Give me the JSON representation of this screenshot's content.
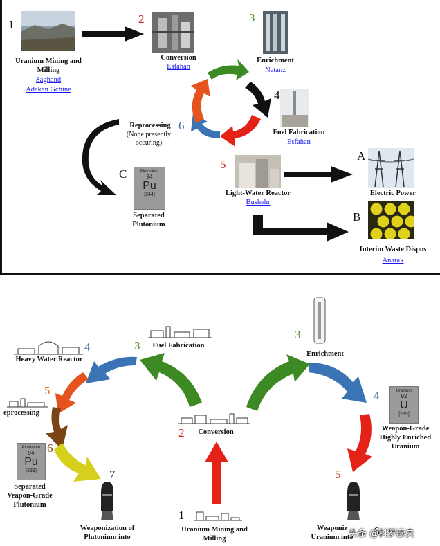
{
  "top": {
    "step1": {
      "num": "1",
      "label_lines": [
        "Uranium Mining and",
        "Milling"
      ],
      "links": [
        "Saghand",
        "Adakan Gchine"
      ]
    },
    "step2": {
      "num": "2",
      "label": "Conversion",
      "link": "Esfahan"
    },
    "step3": {
      "num": "3",
      "label": "Enrichment",
      "link": "Natanz"
    },
    "step4": {
      "num": "4",
      "label": "Fuel Fabrication",
      "link": "Esfahan"
    },
    "step5": {
      "num": "5",
      "label": "Light-Water Reactor",
      "link": "Bushehr"
    },
    "step6": {
      "num": "6",
      "label_lines": [
        "Reprocessing",
        "(None presently",
        "occuring)"
      ]
    },
    "A": {
      "letter": "A",
      "label": "Electric Power"
    },
    "B": {
      "letter": "B",
      "label": "Interim Waste Dispos",
      "link": "Anarak"
    },
    "C": {
      "letter": "C",
      "label_lines": [
        "Separated",
        "Plutonium"
      ],
      "element": {
        "name": "Plutonium",
        "number": "94",
        "symbol": "Pu",
        "mass": "[244]"
      }
    }
  },
  "bottom": {
    "step1": {
      "num": "1",
      "label_lines": [
        "Uranium Mining and",
        "Milling"
      ]
    },
    "step2": {
      "num": "2",
      "label": "Conversion"
    },
    "left": {
      "s3": {
        "num": "3",
        "label": "Fuel Fabrication"
      },
      "s4": {
        "num": "4",
        "label": "Heavy Water Reactor"
      },
      "s5": {
        "num": "5",
        "label": "eprocessing"
      },
      "s6": {
        "num": "6",
        "label_lines": [
          "Separated",
          "Veapon-Grade",
          "Plutonium"
        ],
        "element": {
          "name": "Plutonium",
          "number": "94",
          "symbol": "Pu",
          "mass": "[239]"
        }
      },
      "s7": {
        "num": "7",
        "label_lines": [
          "Weaponization of",
          "Plutonium into"
        ]
      }
    },
    "right": {
      "s3": {
        "num": "3",
        "label": "Enrichment"
      },
      "s4": {
        "num": "4",
        "label_lines": [
          "Weapon-Grade",
          "Highly Enriched",
          "Uranium"
        ],
        "element": {
          "name": "Uranium",
          "number": "92",
          "symbol": "U",
          "mass": "[235]"
        }
      },
      "s5": {
        "num": "5"
      },
      "s6": {
        "num": "6",
        "label_lines": [
          "Weaponiz",
          "Uranium into"
        ]
      }
    }
  },
  "watermark": "头条 @科罗廖夫",
  "colors": {
    "green": "#3d8a25",
    "black": "#111111",
    "red": "#e42218",
    "blue": "#3a74b4",
    "orange": "#e5531e",
    "brown": "#7a4414",
    "yellow": "#d6cf1c",
    "step_red": "#c8261b",
    "step_green": "#4f8a2a",
    "step_blue": "#3a6fa5",
    "step_orange": "#e0742a"
  }
}
